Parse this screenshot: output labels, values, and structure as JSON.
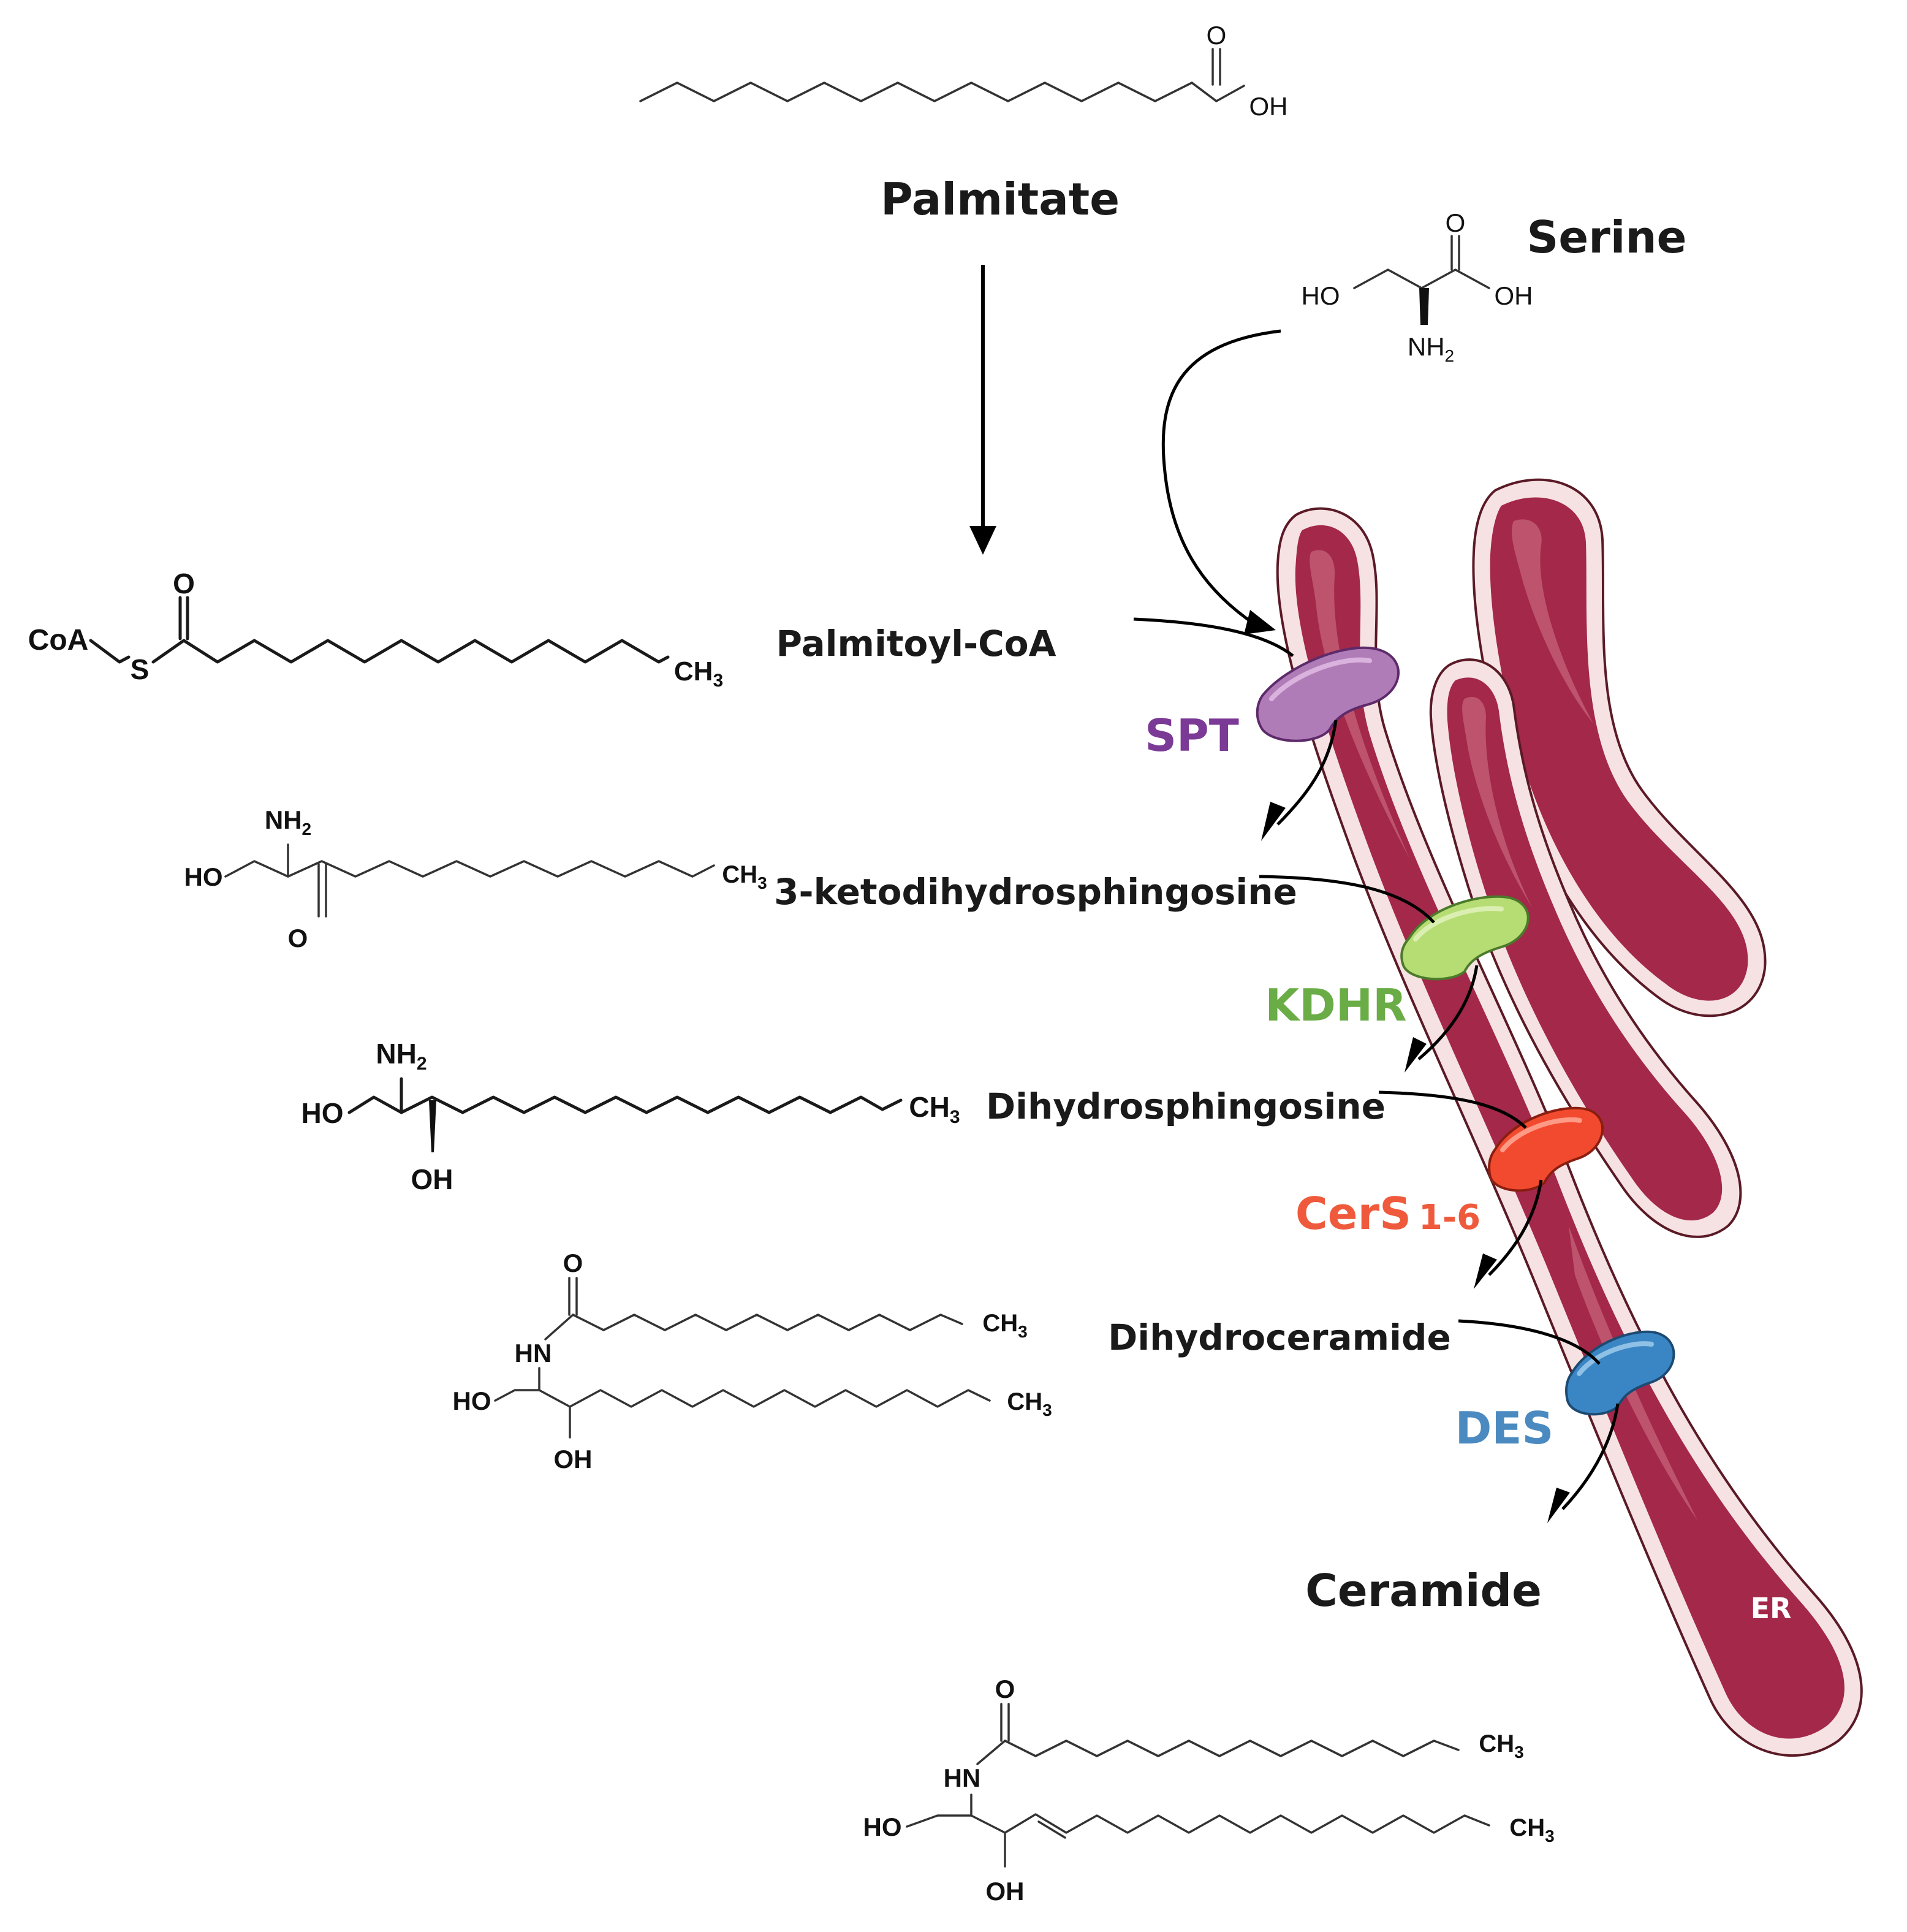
{
  "labels": {
    "palmitate": "Palmitate",
    "serine": "Serine",
    "palmitoyl_coa": "Palmitoyl-CoA",
    "ketodihydrosphingosine": "3-ketodihydrosphingosine",
    "dihydrosphingosine": "Dihydrosphingosine",
    "dihydroceramide": "Dihydroceramide",
    "ceramide": "Ceramide",
    "er": "ER"
  },
  "enzymes": [
    {
      "name": "SPT",
      "color": "#7b3a96",
      "fill": "#b07cb8"
    },
    {
      "name": "KDHR",
      "color": "#6aac46",
      "fill": "#b6dc74"
    },
    {
      "name": "CerS 1-6",
      "color": "#ef5a3d",
      "fill": "#f24a2e"
    },
    {
      "name": "DES",
      "color": "#4b8ac0",
      "fill": "#3a86c4"
    }
  ],
  "atoms": {
    "o": "O",
    "oh": "OH",
    "ho": "HO",
    "hn": "HN",
    "s": "S",
    "coa": "CoA",
    "ch3": "CH3",
    "nh2": "NH2"
  },
  "colors": {
    "er_fill": "#a3284a",
    "er_membrane": "#f6e2e2",
    "er_outline": "#5a1a26"
  }
}
